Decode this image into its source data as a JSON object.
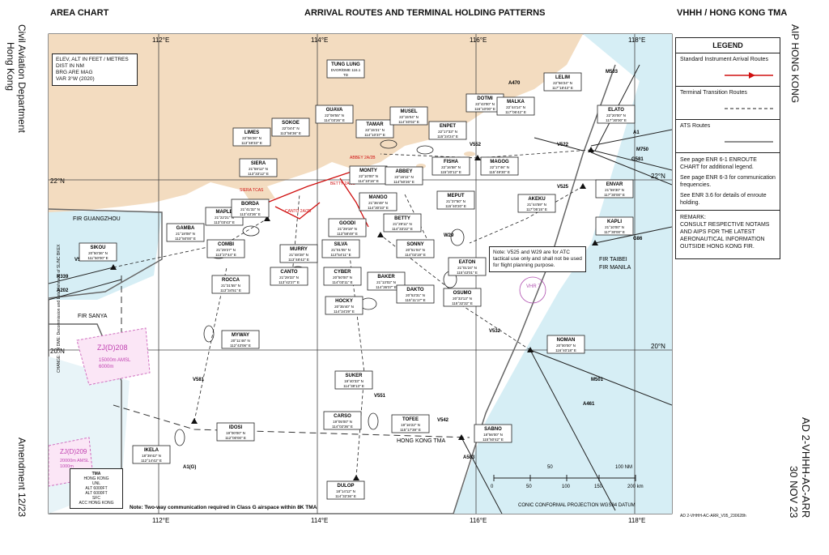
{
  "header": {
    "left": "AREA CHART",
    "center": "ARRIVAL ROUTES AND TERMINAL HOLDING PATTERNS",
    "right": "VHHH / HONG KONG TMA"
  },
  "sidebars": {
    "left_line1": "Civil Aviation Department",
    "left_line2": "Hong Kong",
    "left_bottom": "Amendment 12/23",
    "right_top": "AIP HONG KONG",
    "right_bottom_line1": "AD 2-VHHH-AC-ARR",
    "right_bottom_line2": "30 NOV 23",
    "change_note": "CHANGE: CH DME: Decommission and Establishment of SL/NC BKEX",
    "footer_ref": "AD 2-VHHH-AC-ARR_V05_230628h"
  },
  "info_box": [
    "ELEV, ALT IN  FEET / METRES",
    "DIST IN NM",
    "BRG ARE MAG",
    "VAR 3°W (2020)"
  ],
  "legend": {
    "title": "LEGEND",
    "star": "Standard Instrument Arrival Routes",
    "transition": "Terminal Transition Routes",
    "ats": "ATS Routes",
    "note1": "See page ENR 6-1 ENROUTE CHART for additional legend.",
    "note2": "See page ENR 6-3 for communication frequencies.",
    "note3": "See ENR 3.6 for details of enroute holding.",
    "remark_title": "REMARK:",
    "remark": "CONSULT RESPECTIVE NOTAMS AND AIPS FOR THE LATEST AERONAUTICAL INFORMATION OUTSIDE HONG KONG FIR."
  },
  "grid": {
    "top_labels": [
      "112°E",
      "114°E",
      "116°E",
      "118°E"
    ],
    "bottom_labels": [
      "112°E",
      "114°E",
      "116°E",
      "118°E"
    ],
    "left_labels": [
      "22°N",
      "20°N"
    ],
    "right_labels": [
      "22°N",
      "20°N"
    ]
  },
  "fixes": [
    {
      "name": "SIKOU",
      "lat": "20°50'36\" N",
      "lon": "111°50'00\" E"
    },
    {
      "name": "GAMBA",
      "lat": "21°18'08\" N",
      "lon": "112°50'00\" E"
    },
    {
      "name": "MAPLE",
      "lat": "21°22'21\" N",
      "lon": "113°03'43\" E"
    },
    {
      "name": "BORDA",
      "lat": "21°41'32\" N",
      "lon": "113°43'36\" E"
    },
    {
      "name": "SIERA",
      "lat": "21°59'12\" N",
      "lon": "113°33'12\" E"
    },
    {
      "name": "LIMES",
      "lat": "22°06'26\" N",
      "lon": "113°48'33\" E"
    },
    {
      "name": "SOKOE",
      "lat": "22°04'4\" N",
      "lon": "113°56'36\" E"
    },
    {
      "name": "GUAVA",
      "lat": "22°08'55\" N",
      "lon": "114°03'26\" E"
    },
    {
      "name": "TUNG LUNG",
      "lat": "DVOR/DME 116.1",
      "lon": "TD"
    },
    {
      "name": "TAMAR",
      "lat": "22°15'21\" N",
      "lon": "114°10'37\" E"
    },
    {
      "name": "MUSEL",
      "lat": "22°15'04\" N",
      "lon": "114°40'02\" E"
    },
    {
      "name": "ENPET",
      "lat": "22°17'33\" N",
      "lon": "115°24'24\" E"
    },
    {
      "name": "DOTMI",
      "lat": "22°43'00\" N",
      "lon": "116°10'00\" E"
    },
    {
      "name": "LELIM",
      "lat": "22°56'24\" N",
      "lon": "117°18'43\" E"
    },
    {
      "name": "MALKA",
      "lat": "22°44'14\" N",
      "lon": "117°06'42\" E"
    },
    {
      "name": "ELATO",
      "lat": "22°20'00\" N",
      "lon": "117°30'00\" E"
    },
    {
      "name": "MONTY",
      "lat": "22°10'00\" N",
      "lon": "114°10'16\" E"
    },
    {
      "name": "ABBEY",
      "lat": "22°16'11\" N",
      "lon": "114°50'26\" E"
    },
    {
      "name": "FISHA",
      "lat": "22°16'58\" N",
      "lon": "115°20'12\" E"
    },
    {
      "name": "MAGOG",
      "lat": "22°17'46\" N",
      "lon": "115°49'30\" E"
    },
    {
      "name": "MANGO",
      "lat": "21°36'49\" N",
      "lon": "114°30'33\" E"
    },
    {
      "name": "BETTY",
      "lat": "21°29'11\" N",
      "lon": "114°33'22\" E"
    },
    {
      "name": "GOODI",
      "lat": "21°29'19\" N",
      "lon": "113°58'49\" E"
    },
    {
      "name": "MEPUT",
      "lat": "21°37'50\" N",
      "lon": "115°40'20\" E"
    },
    {
      "name": "AKEKU",
      "lat": "21°44'59\" N",
      "lon": "117°05'15\" E"
    },
    {
      "name": "ENVAR",
      "lat": "21°59'30\" N",
      "lon": "117°30'00\" E"
    },
    {
      "name": "KAPLI",
      "lat": "21°10'00\" N",
      "lon": "117°30'00\" E"
    },
    {
      "name": "SILVA",
      "lat": "21°01'05\" N",
      "lon": "113°54'11\" E"
    },
    {
      "name": "MURRY",
      "lat": "21°48'28\" N",
      "lon": "113°48'42\" E"
    },
    {
      "name": "COMBI",
      "lat": "21°29'27\" N",
      "lon": "113°27'44\" E"
    },
    {
      "name": "CANTO",
      "lat": "21°29'33\" N",
      "lon": "113°42'27\" E"
    },
    {
      "name": "ROCCA",
      "lat": "21°31'55\" N",
      "lon": "113°34'51\" E"
    },
    {
      "name": "CYBER",
      "lat": "20°50'00\" N",
      "lon": "114°03'11\" E"
    },
    {
      "name": "BAKER",
      "lat": "21°13'02\" N",
      "lon": "114°36'07\" E"
    },
    {
      "name": "SONNY",
      "lat": "20°51'04\" N",
      "lon": "114°02'19\" E"
    },
    {
      "name": "EATON",
      "lat": "21°01'24\" N",
      "lon": "115°43'01\" E"
    },
    {
      "name": "DAKTO",
      "lat": "20°53'31\" N",
      "lon": "115°11'17\" E"
    },
    {
      "name": "OSUMO",
      "lat": "20°33'13\" N",
      "lon": "115°32'32\" E"
    },
    {
      "name": "HOCKY",
      "lat": "20°35'40\" N",
      "lon": "114°34'29\" E"
    },
    {
      "name": "MYWAY",
      "lat": "20°11'46\" N",
      "lon": "112°43'06\" E"
    },
    {
      "name": "NOMAN",
      "lat": "20°00'00\" N",
      "lon": "116°40'18\" E"
    },
    {
      "name": "SUKER",
      "lat": "19°40'33\" N",
      "lon": "114°38'13\" E"
    },
    {
      "name": "CARSO",
      "lat": "19°05'00\" N",
      "lon": "114°02'36\" E"
    },
    {
      "name": "TOFEE",
      "lat": "19°16'22\" N",
      "lon": "115°17'39\" E"
    },
    {
      "name": "SABNO",
      "lat": "18°56'00\" N",
      "lon": "115°50'42\" E"
    },
    {
      "name": "IDOSI",
      "lat": "19°00'00\" N",
      "lon": "112°00'00\" E"
    },
    {
      "name": "IKELA",
      "lat": "18°39'42\" N",
      "lon": "112°14'42\" E"
    },
    {
      "name": "DULOP",
      "lat": "18°14'12\" N",
      "lon": "114°32'36\" E"
    }
  ],
  "routes": [
    "V571",
    "V581",
    "V522",
    "V525",
    "W29",
    "V532",
    "V542",
    "V552",
    "V551",
    "A1",
    "A202",
    "R339",
    "G86",
    "G581",
    "M750",
    "M503",
    "M501",
    "A461",
    "A470",
    "A583",
    "A1(G)"
  ],
  "labels": {
    "fir_guangzhou": "FIR GUANGZHOU",
    "fir_sanya": "FIR SANYA",
    "fir_taibei": "FIR TAIBEI",
    "fir_manila": "FIR MANILA",
    "hk_tma": "HONG KONG TMA",
    "zj208": "ZJ(D)208",
    "zj208_alt": "15000m AMSL",
    "zj208_alt2": "6000m",
    "zj209": "ZJ(D)209",
    "zj209_alt": "20000m AMSL",
    "zj209_alt2": "1000m",
    "vhr7": "VHR 7",
    "siera_tcas": "SIERA TCAS",
    "bravo_canto": "CANTO 2A/2B",
    "abbey_sa": "ABBEY 2A/2B",
    "betty": "BETTY 2A/2B",
    "tma_box_title": "TMA",
    "tma_box_l1": "HONG KONG",
    "tma_box_l2": "UNL",
    "tma_box_l3": "ALT 6000FT",
    "tma_box_l4": "ALT 6000FT",
    "tma_box_l5": "SFC",
    "tma_box_l6": "ACC HONG KONG",
    "note_v525": "Note: V525 and W29 are for ATC tactical use only and shall not be used for flight planning purpose.",
    "note_class_g": "Note: Two-way communication required in Class G airspace within 8K TMA",
    "projection": "CONIC CONFORMAL PROJECTION WGS84 DATUM",
    "scale": [
      "0",
      "50",
      "100",
      "150",
      "200 km"
    ],
    "scale_nm": [
      "50",
      "100 NM"
    ]
  }
}
